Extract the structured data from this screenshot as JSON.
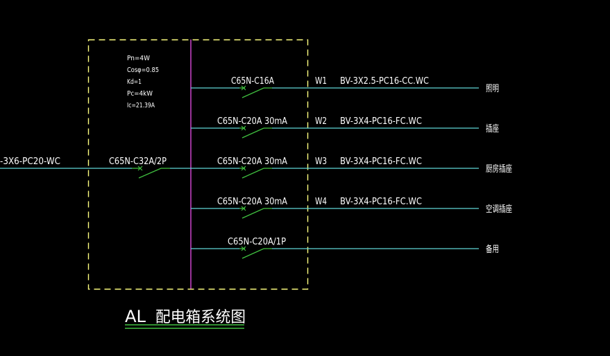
{
  "colors": {
    "background": "#000000",
    "box_border": "#ffff80",
    "bus": "#c040c0",
    "wire": "#5fd7d7",
    "breaker": "#40c040",
    "text": "#ffffff",
    "title_underline": "#40c040"
  },
  "panel_params": {
    "pn": "Pn=4W",
    "cos": "Cosφ=0.85",
    "kd": "Kd=1",
    "pc": "Pc=4kW",
    "ic": "Ic=21.39A"
  },
  "incoming": {
    "cable": "-3X6-PC20-WC",
    "breaker": "C65N-C32A/2P"
  },
  "circuits": [
    {
      "breaker": "C65N-C16A",
      "id": "W1",
      "cable": "BV-3X2.5-PC16-CC.WC",
      "load": "照明"
    },
    {
      "breaker": "C65N-C20A  30mA",
      "id": "W2",
      "cable": "BV-3X4-PC16-FC.WC",
      "load": "插座"
    },
    {
      "breaker": "C65N-C20A  30mA",
      "id": "W3",
      "cable": "BV-3X4-PC16-FC.WC",
      "load": "厨房插座"
    },
    {
      "breaker": "C65N-C20A  30mA",
      "id": "W4",
      "cable": "BV-3X4-PC16-FC.WC",
      "load": "空调插座"
    },
    {
      "breaker": "C65N-C20A/1P",
      "id": "",
      "cable": "",
      "load": "备用"
    }
  ],
  "title": {
    "code": "AL",
    "name": "配电箱系统图"
  }
}
